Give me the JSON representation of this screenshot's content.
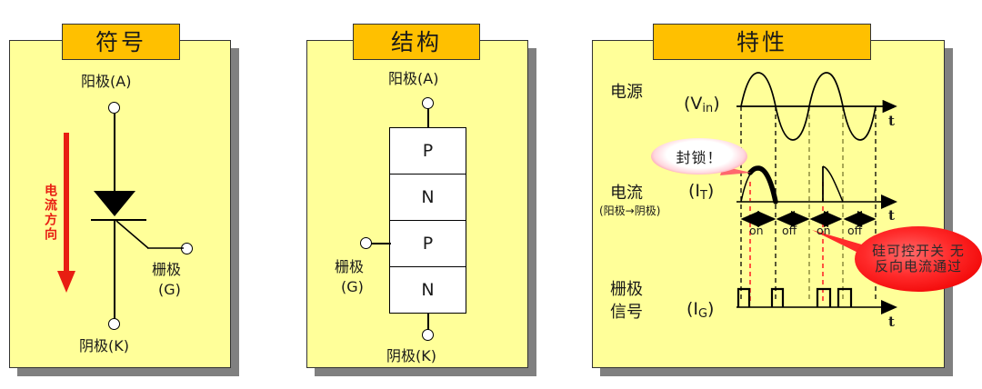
{
  "panels": [
    {
      "id": "symbol",
      "title": "符号",
      "anode_label": "阳极(A)",
      "cathode_label": "阴极(K)",
      "gate_label_line1": "栅极",
      "gate_label_line2": "(G)",
      "current_direction_label": "电流方向",
      "current_direction_color": "#e81e12"
    },
    {
      "id": "structure",
      "title": "结构",
      "anode_label": "阳极(A)",
      "cathode_label": "阴极(K)",
      "gate_label_line1": "栅极",
      "gate_label_line2": "(G)",
      "layers": [
        "P",
        "N",
        "P",
        "N"
      ]
    },
    {
      "id": "characteristics",
      "title": "特性",
      "rows": [
        {
          "name_line1": "电源",
          "name_line2": "",
          "symbol_main": "(V",
          "symbol_sub": "in",
          "symbol_tail": ")",
          "axis_label": "t"
        },
        {
          "name_line1": "电流",
          "name_line2": "(阳极→阴极)",
          "symbol_main": "(I",
          "symbol_sub": "T",
          "symbol_tail": ")",
          "axis_label": "t"
        },
        {
          "name_line1": "栅极",
          "name_line2": "信号",
          "symbol_main": "(I",
          "symbol_sub": "G",
          "symbol_tail": ")",
          "axis_label": "t"
        }
      ],
      "interval_labels": [
        "on",
        "off",
        "on",
        "off"
      ],
      "callout_block": "封锁！",
      "callout_noreverse_line1": "硅可控开关 无",
      "callout_noreverse_line2": "反向电流通过"
    }
  ],
  "colors": {
    "panel_bg": "#ffff99",
    "panel_border": "#333333",
    "title_bg": "#ffc000",
    "shadow": "#808080",
    "accent_red": "#e81e12",
    "dashed_black": "#000000",
    "dashed_red": "#ff2a2a",
    "dashed_gray": "#808000"
  },
  "chart_data": {
    "type": "line",
    "title": "特性",
    "xlabel": "t",
    "grid": false,
    "legend": "none",
    "series": [
      {
        "name": "电源 (V_in)",
        "type": "sine",
        "cycles": 2,
        "description": "两个完整正弦周期的交流输入电压"
      },
      {
        "name": "电流 (I_T) 阳极→阴极",
        "type": "rectified-pulses",
        "pulses": [
          {
            "phase": "on",
            "shape": "half-sine",
            "note": "第一个正半周导通，粗线表示封锁后导通段"
          },
          {
            "phase": "off",
            "shape": "none"
          },
          {
            "phase": "on",
            "shape": "half-sine-truncated",
            "note": "第二个正半周延迟触发导通"
          },
          {
            "phase": "off",
            "shape": "none"
          }
        ]
      },
      {
        "name": "栅极信号 (I_G)",
        "type": "square-pulses",
        "count": 4,
        "description": "四个触发脉冲"
      }
    ]
  }
}
